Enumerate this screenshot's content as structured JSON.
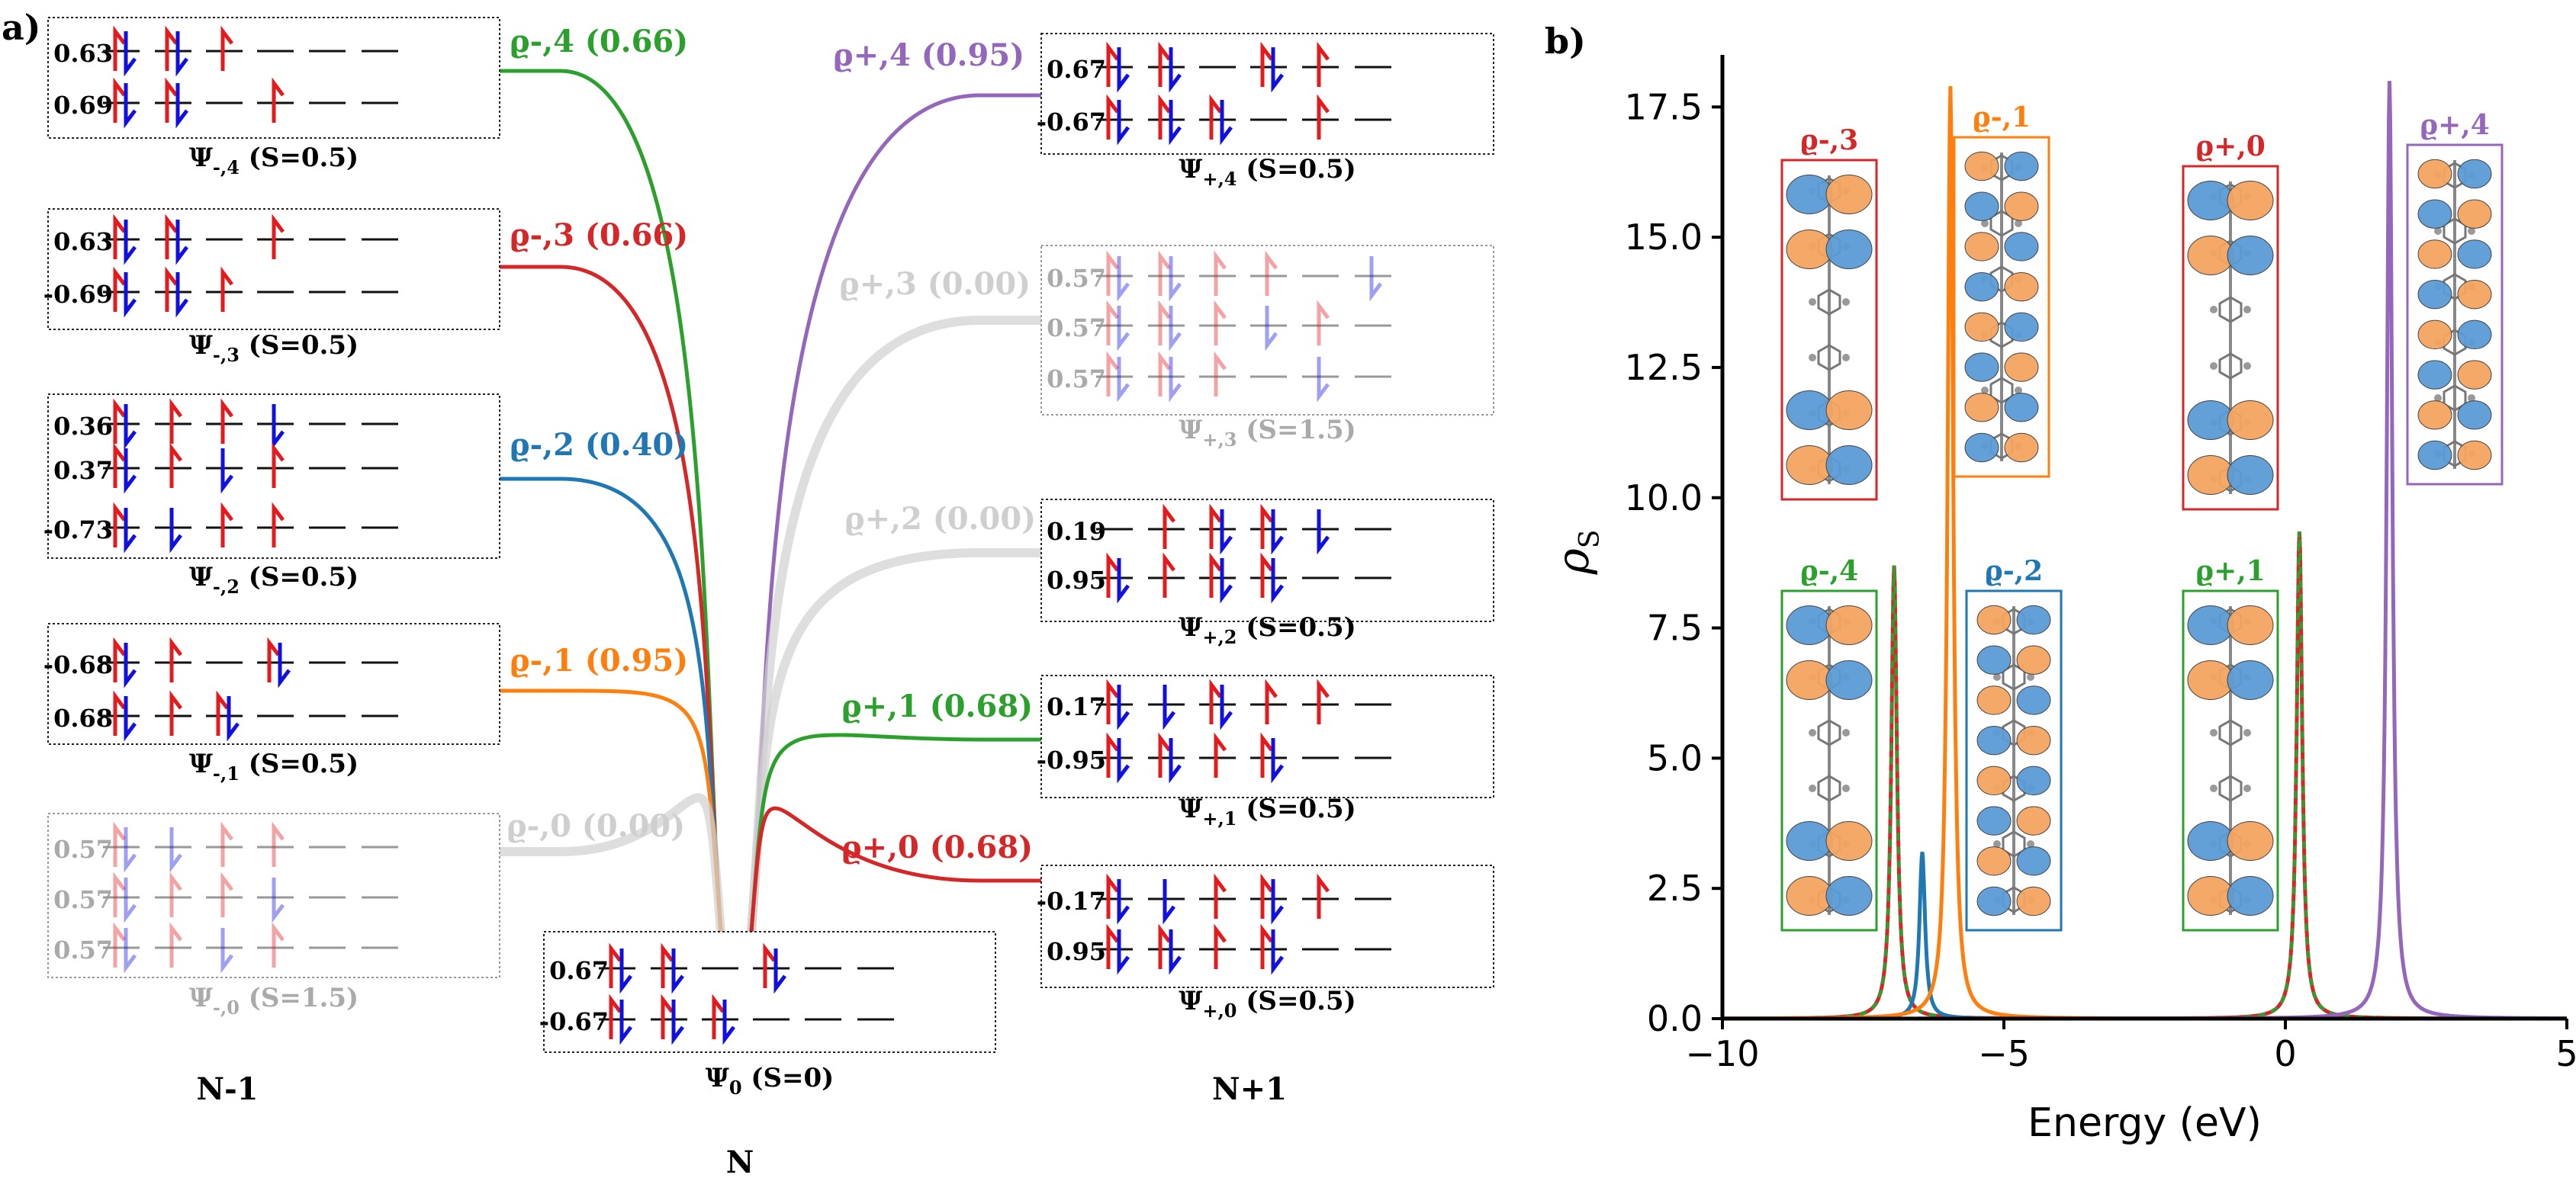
{
  "panel_labels": {
    "a": "a)",
    "b": "b)"
  },
  "colors": {
    "up": "#e41a1c",
    "down": "#1010e0",
    "green": "#2ca02c",
    "red": "#d62728",
    "blue": "#1f77b4",
    "orange": "#ff7f0e",
    "purple": "#9467bd",
    "grey": "#c8c8c8",
    "lobe_orange": "#f4a460",
    "lobe_blue": "#5b9bd5"
  },
  "group_labels": {
    "left": "N-1",
    "center": "N",
    "right": "N+1"
  },
  "states": [
    {
      "id": "m4",
      "caption_main": "Ψ",
      "caption_sub": "-,4",
      "caption_rest": " (S=0.5)",
      "faded": false,
      "rows": [
        {
          "coeff": "0.63",
          "occ": [
            "ud",
            "ud",
            "u",
            "0",
            "0",
            "0"
          ]
        },
        {
          "coeff": "0.69",
          "occ": [
            "ud",
            "ud",
            "0",
            "u",
            "0",
            "0"
          ]
        }
      ]
    },
    {
      "id": "m3",
      "caption_main": "Ψ",
      "caption_sub": "-,3",
      "caption_rest": " (S=0.5)",
      "faded": false,
      "rows": [
        {
          "coeff": "0.63",
          "occ": [
            "ud",
            "ud",
            "0",
            "u",
            "0",
            "0"
          ]
        },
        {
          "coeff": "-0.69",
          "occ": [
            "ud",
            "ud",
            "u",
            "0",
            "0",
            "0"
          ]
        }
      ]
    },
    {
      "id": "m2",
      "caption_main": "Ψ",
      "caption_sub": "-,2",
      "caption_rest": " (S=0.5)",
      "faded": false,
      "rows": [
        {
          "coeff": "0.36",
          "occ": [
            "ud",
            "u",
            "u",
            "d",
            "0",
            "0"
          ]
        },
        {
          "coeff": "0.37",
          "occ": [
            "ud",
            "u",
            "d",
            "u",
            "0",
            "0"
          ]
        },
        {
          "coeff": "-0.73",
          "occ": [
            "ud",
            "d",
            "u",
            "u",
            "0",
            "0"
          ]
        }
      ]
    },
    {
      "id": "m1",
      "caption_main": "Ψ",
      "caption_sub": "-,1",
      "caption_rest": " (S=0.5)",
      "faded": false,
      "rows": [
        {
          "coeff": "-0.68",
          "occ": [
            "ud",
            "u",
            "0",
            "ud",
            "0",
            "0"
          ]
        },
        {
          "coeff": "0.68",
          "occ": [
            "ud",
            "u",
            "ud",
            "0",
            "0",
            "0"
          ]
        }
      ]
    },
    {
      "id": "m0",
      "caption_main": "Ψ",
      "caption_sub": "-,0",
      "caption_rest": " (S=1.5)",
      "faded": true,
      "rows": [
        {
          "coeff": "0.57",
          "occ": [
            "ud",
            "d",
            "u",
            "u",
            "0",
            "0"
          ]
        },
        {
          "coeff": "0.57",
          "occ": [
            "ud",
            "u",
            "u",
            "d",
            "0",
            "0"
          ]
        },
        {
          "coeff": "0.57",
          "occ": [
            "ud",
            "u",
            "d",
            "u",
            "0",
            "0"
          ]
        }
      ]
    },
    {
      "id": "g0",
      "caption_main": "Ψ",
      "caption_sub": "0",
      "caption_rest": " (S=0)",
      "faded": false,
      "rows": [
        {
          "coeff": "0.67",
          "occ": [
            "ud",
            "ud",
            "0",
            "ud",
            "0",
            "0"
          ]
        },
        {
          "coeff": "-0.67",
          "occ": [
            "ud",
            "ud",
            "ud",
            "0",
            "0",
            "0"
          ]
        }
      ]
    },
    {
      "id": "p4",
      "caption_main": "Ψ",
      "caption_sub": "+,4",
      "caption_rest": " (S=0.5)",
      "faded": false,
      "rows": [
        {
          "coeff": "0.67",
          "occ": [
            "ud",
            "ud",
            "0",
            "ud",
            "u",
            "0"
          ]
        },
        {
          "coeff": "-0.67",
          "occ": [
            "ud",
            "ud",
            "ud",
            "0",
            "u",
            "0"
          ]
        }
      ]
    },
    {
      "id": "p3",
      "caption_main": "Ψ",
      "caption_sub": "+,3",
      "caption_rest": " (S=1.5)",
      "faded": true,
      "rows": [
        {
          "coeff": "0.57",
          "occ": [
            "ud",
            "ud",
            "u",
            "u",
            "0",
            "d"
          ]
        },
        {
          "coeff": "0.57",
          "occ": [
            "ud",
            "ud",
            "u",
            "d",
            "u",
            "0"
          ]
        },
        {
          "coeff": "0.57",
          "occ": [
            "ud",
            "ud",
            "u",
            "0",
            "d",
            "0"
          ]
        }
      ]
    },
    {
      "id": "p2",
      "caption_main": "Ψ",
      "caption_sub": "+,2",
      "caption_rest": " (S=0.5)",
      "faded": false,
      "rows": [
        {
          "coeff": "0.19",
          "occ": [
            "0",
            "u",
            "ud",
            "ud",
            "d",
            "0"
          ]
        },
        {
          "coeff": "0.95",
          "occ": [
            "ud",
            "u",
            "ud",
            "ud",
            "0",
            "0"
          ]
        }
      ]
    },
    {
      "id": "p1",
      "caption_main": "Ψ",
      "caption_sub": "+,1",
      "caption_rest": " (S=0.5)",
      "faded": false,
      "rows": [
        {
          "coeff": "0.17",
          "occ": [
            "ud",
            "d",
            "ud",
            "u",
            "u",
            "0"
          ]
        },
        {
          "coeff": "-0.95",
          "occ": [
            "ud",
            "ud",
            "u",
            "ud",
            "0",
            "0"
          ]
        }
      ]
    },
    {
      "id": "p0",
      "caption_main": "Ψ",
      "caption_sub": "+,0",
      "caption_rest": " (S=0.5)",
      "faded": false,
      "rows": [
        {
          "coeff": "-0.17",
          "occ": [
            "ud",
            "d",
            "u",
            "ud",
            "u",
            "0"
          ]
        },
        {
          "coeff": "0.95",
          "occ": [
            "ud",
            "ud",
            "u",
            "ud",
            "0",
            "0"
          ]
        }
      ]
    }
  ],
  "transitions": [
    {
      "id": "rm4",
      "label": "ϱ-,4 (0.66)",
      "color": "green",
      "faded": false
    },
    {
      "id": "rm3",
      "label": "ϱ-,3 (0.66)",
      "color": "red",
      "faded": false
    },
    {
      "id": "rm2",
      "label": "ϱ-,2 (0.40)",
      "color": "blue",
      "faded": false
    },
    {
      "id": "rm1",
      "label": "ϱ-,1 (0.95)",
      "color": "orange",
      "faded": false
    },
    {
      "id": "rm0",
      "label": "ϱ-,0 (0.00)",
      "color": "grey",
      "faded": true
    },
    {
      "id": "rp4",
      "label": "ϱ+,4 (0.95)",
      "color": "purple",
      "faded": false
    },
    {
      "id": "rp3",
      "label": "ϱ+,3 (0.00)",
      "color": "grey",
      "faded": true
    },
    {
      "id": "rp2",
      "label": "ϱ+,2 (0.00)",
      "color": "grey",
      "faded": true
    },
    {
      "id": "rp1",
      "label": "ϱ+,1 (0.68)",
      "color": "green",
      "faded": false
    },
    {
      "id": "rp0",
      "label": "ϱ+,0 (0.68)",
      "color": "red",
      "faded": false
    }
  ],
  "orbital_images": [
    {
      "label": "ϱ-,3",
      "color": "red",
      "pattern": "ends"
    },
    {
      "label": "ϱ-,1",
      "color": "orange",
      "pattern": "full"
    },
    {
      "label": "ϱ+,0",
      "color": "red",
      "pattern": "ends"
    },
    {
      "label": "ϱ+,4",
      "color": "purple",
      "pattern": "full"
    },
    {
      "label": "ϱ-,4",
      "color": "green",
      "pattern": "ends"
    },
    {
      "label": "ϱ-,2",
      "color": "blue",
      "pattern": "full"
    },
    {
      "label": "ϱ+,1",
      "color": "green",
      "pattern": "ends"
    }
  ],
  "chart_data": {
    "type": "line",
    "xlabel": "Energy (eV)",
    "ylabel": "ρS",
    "xlim": [
      -10,
      5
    ],
    "ylim": [
      0,
      18.5
    ],
    "xticks": [
      -10,
      -5,
      0,
      5
    ],
    "xtick_labels": [
      "−10",
      "−5",
      "0",
      "5"
    ],
    "yticks": [
      0.0,
      2.5,
      5.0,
      7.5,
      10.0,
      12.5,
      15.0,
      17.5
    ],
    "ytick_labels": [
      "0.0",
      "2.5",
      "5.0",
      "7.5",
      "10.0",
      "12.5",
      "15.0",
      "17.5"
    ],
    "grid": false,
    "series": [
      {
        "label": "ϱ-,3",
        "peak_energy": -6.95,
        "peak_height": 8.7,
        "color": "red",
        "dashed": false
      },
      {
        "label": "ϱ-,4",
        "peak_energy": -6.95,
        "peak_height": 8.7,
        "color": "green",
        "dashed": true
      },
      {
        "label": "ϱ-,2",
        "peak_energy": -6.45,
        "peak_height": 3.2,
        "color": "blue",
        "dashed": false
      },
      {
        "label": "ϱ-,1",
        "peak_energy": -5.95,
        "peak_height": 17.9,
        "color": "orange",
        "dashed": false
      },
      {
        "label": "ϱ+,0",
        "peak_energy": 0.25,
        "peak_height": 9.35,
        "color": "red",
        "dashed": false
      },
      {
        "label": "ϱ+,1",
        "peak_energy": 0.25,
        "peak_height": 9.35,
        "color": "green",
        "dashed": true
      },
      {
        "label": "ϱ+,4",
        "peak_energy": 1.85,
        "peak_height": 18.0,
        "color": "purple",
        "dashed": false
      }
    ],
    "linewidth_eV": 0.06
  }
}
